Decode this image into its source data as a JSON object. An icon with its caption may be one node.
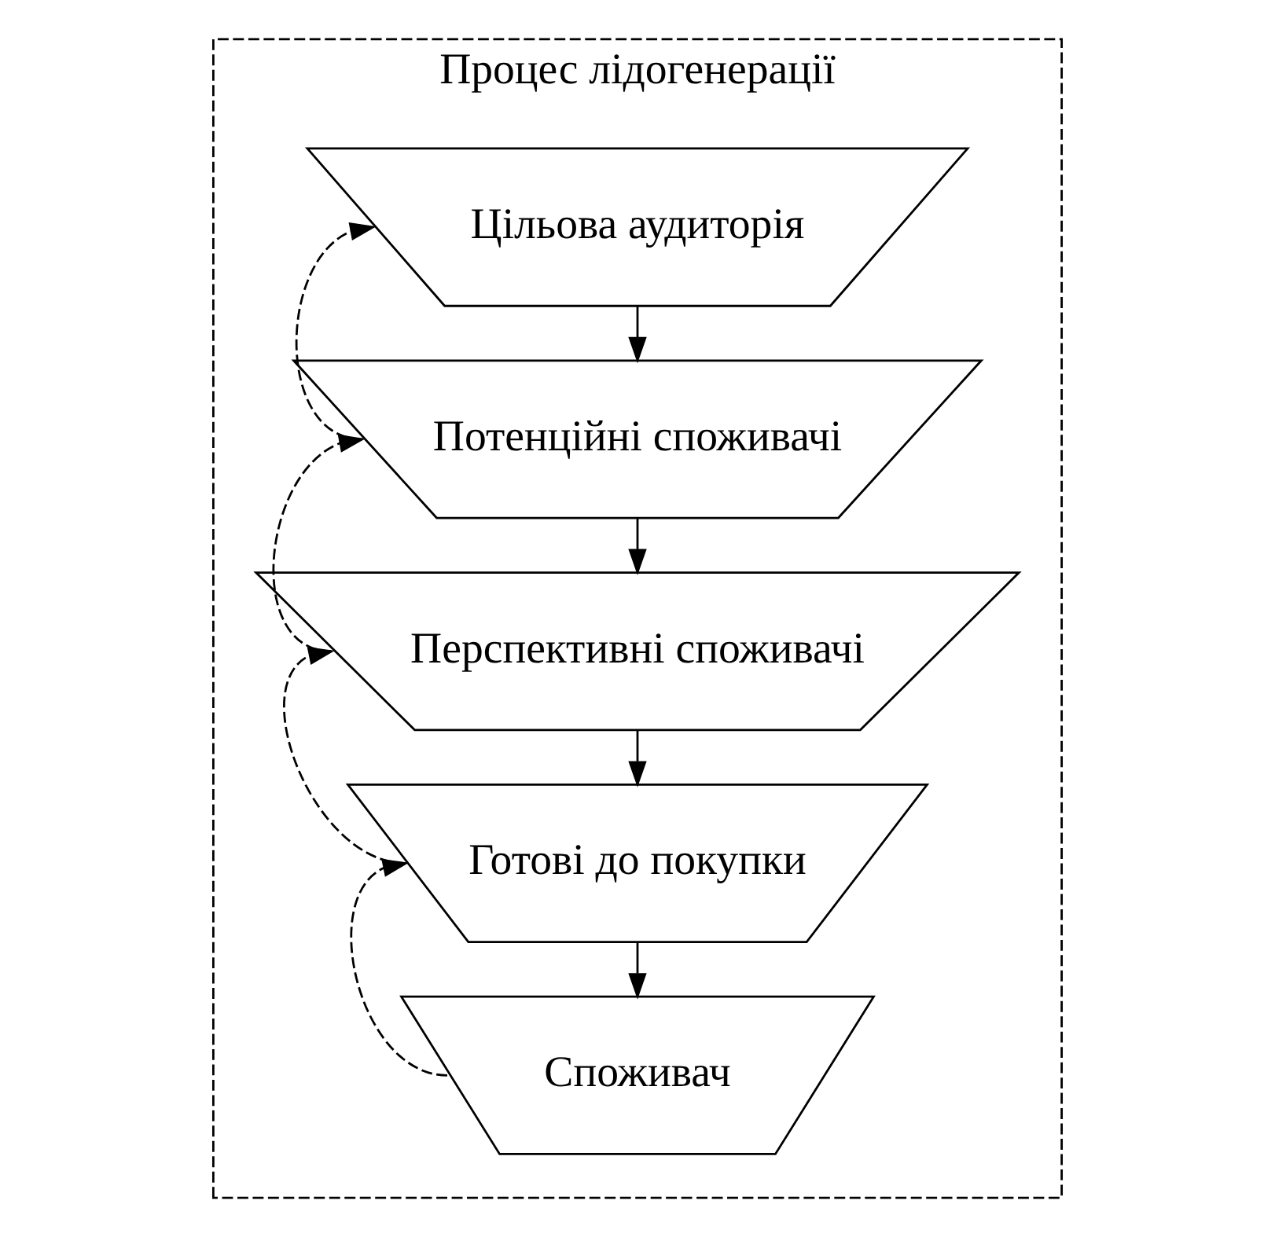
{
  "diagram": {
    "nodes": [
      {
        "text": [
          "Процес лідогенерації"
        ]
      },
      {
        "text": [
          "Цільова аудиторія"
        ],
        "in": 0
      },
      {
        "text": [
          "Потенційні споживачі"
        ],
        "in": 0
      },
      {
        "text": [
          "Перспективні споживачі"
        ],
        "in": 0
      },
      {
        "text": [
          "Готові до покупки"
        ],
        "in": 0
      },
      {
        "text": [
          "Споживач"
        ],
        "in": 0
      }
    ],
    "edges": [
      {
        "from": 1,
        "to": 2,
        "arrow": "to"
      },
      {
        "from": 2,
        "to": 3,
        "arrow": "to"
      },
      {
        "from": 3,
        "to": 4,
        "arrow": "to"
      },
      {
        "from": 4,
        "to": 5,
        "arrow": "to"
      },
      {
        "from": 2,
        "to": 1,
        "arrow": "to",
        "style": "dashed"
      },
      {
        "from": 3,
        "to": 2,
        "arrow": "to",
        "style": "dashed"
      },
      {
        "from": 4,
        "to": 3,
        "arrow": "to",
        "style": "dashed"
      },
      {
        "from": 5,
        "to": 4,
        "arrow": "to",
        "style": "dashed"
      }
    ]
  }
}
